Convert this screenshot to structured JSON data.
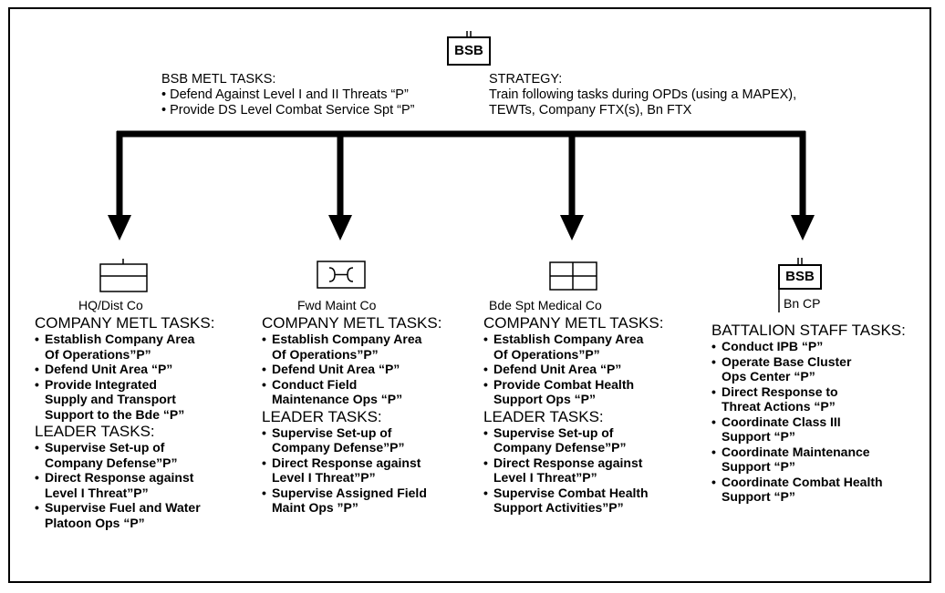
{
  "top_unit": {
    "symbol_label": "BSB"
  },
  "bsb_metl": {
    "heading": "BSB METL TASKS:",
    "items": [
      "Defend Against Level I and II Threats “P”",
      "Provide DS Level Combat Service Spt “P”"
    ]
  },
  "strategy": {
    "heading": "STRATEGY:",
    "lines": [
      "Train following tasks during OPDs (using a MAPEX),",
      "TEWTs, Company FTX(s), Bn FTX"
    ]
  },
  "units": [
    {
      "name": "HQ/Dist Co",
      "metl_heading": "COMPANY METL TASKS:",
      "metl_items": [
        [
          "Establish Company Area",
          "Of Operations”P”"
        ],
        [
          "Defend Unit Area “P”"
        ],
        [
          "Provide Integrated",
          "Supply and Transport",
          "Support to the Bde “P”"
        ]
      ],
      "leader_heading": "LEADER TASKS:",
      "leader_items": [
        [
          "Supervise Set-up of",
          "Company Defense”P”"
        ],
        [
          "Direct Response against",
          "Level I Threat”P”"
        ],
        [
          "Supervise Fuel and Water",
          "Platoon Ops “P”"
        ]
      ]
    },
    {
      "name": "Fwd Maint Co",
      "metl_heading": "COMPANY METL TASKS:",
      "metl_items": [
        [
          "Establish Company Area",
          "Of Operations”P”"
        ],
        [
          "Defend Unit Area “P”"
        ],
        [
          "Conduct Field",
          "Maintenance Ops “P”"
        ]
      ],
      "leader_heading": "LEADER TASKS:",
      "leader_items": [
        [
          "Supervise Set-up of",
          "Company Defense”P”"
        ],
        [
          "Direct Response against",
          "Level I Threat”P”"
        ],
        [
          "Supervise Assigned Field",
          "Maint Ops ”P”"
        ]
      ]
    },
    {
      "name": "Bde Spt Medical Co",
      "metl_heading": "COMPANY METL TASKS:",
      "metl_items": [
        [
          "Establish Company Area",
          "Of Operations”P”"
        ],
        [
          "Defend Unit Area “P”"
        ],
        [
          "Provide Combat Health",
          "Support Ops “P”"
        ]
      ],
      "leader_heading": "LEADER TASKS:",
      "leader_items": [
        [
          "Supervise Set-up of",
          "Company Defense”P”"
        ],
        [
          "Direct Response against",
          "Level I Threat”P”"
        ],
        [
          "Supervise Combat Health",
          "Support Activities”P”"
        ]
      ]
    },
    {
      "name": "",
      "symbol_label": "BSB",
      "symbol_sublabel": "Bn CP",
      "metl_heading": "BATTALION STAFF TASKS:",
      "metl_items": [
        [
          "Conduct IPB “P”"
        ],
        [
          "Operate Base Cluster",
          "Ops Center “P”"
        ],
        [
          "Direct Response to",
          "Threat Actions “P”"
        ],
        [
          "Coordinate Class III",
          "Support “P”"
        ],
        [
          "Coordinate Maintenance",
          "Support “P”"
        ],
        [
          "Coordinate Combat Health",
          "Support “P”"
        ]
      ],
      "leader_heading": "",
      "leader_items": []
    }
  ]
}
